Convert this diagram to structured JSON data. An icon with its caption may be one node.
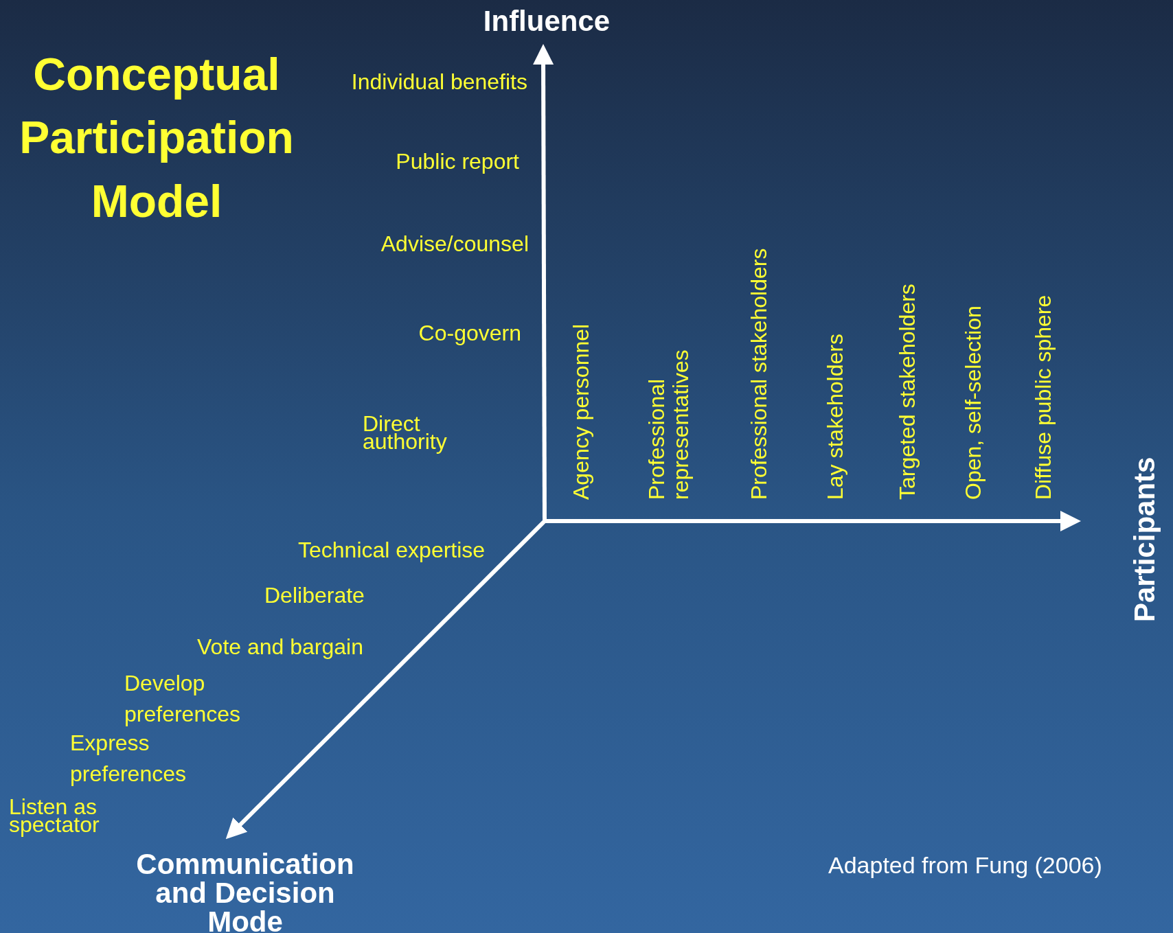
{
  "diagram": {
    "title": "Conceptual Participation Model",
    "caption": "Adapted from Fung (2006)",
    "labels": [
      "Influence",
      "Individual benefits",
      "Public report",
      "Advise/counsel",
      "Co-govern",
      "Direct authority",
      "Agency personnel",
      "Professional representatives",
      "Professional stakeholders",
      "Lay stakeholders",
      "Targeted stakeholders",
      "Open, self-selection",
      "Diffuse public sphere",
      "Participants",
      "Technical expertise",
      "Deliberate",
      "Vote and bargain",
      "Develop preferences",
      "Express preferences",
      "Listen as spectator",
      "Communication and Decision Mode"
    ]
  }
}
